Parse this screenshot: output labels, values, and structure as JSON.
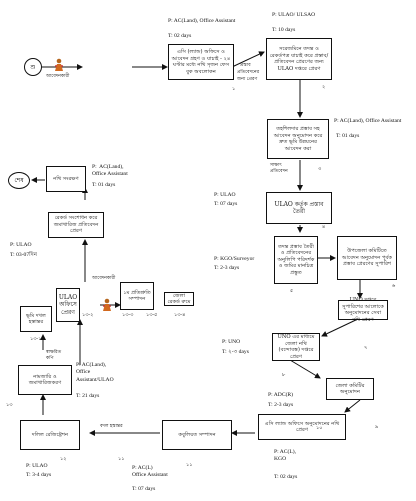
{
  "start_label": "শু",
  "end_label": "শেষ",
  "applicant_label": "আবেদনকারী",
  "applicant2_label": "আবেদনকারী",
  "arrow_labels": {
    "a1": "প্রস্তাব",
    "a1b": "প্রতিবেদনের",
    "a1c": "জন্য প্রেরণ",
    "a2a": "সাক্ষাৎ",
    "a2b": "প্রতিবেদন",
    "bottom": "বদল হস্তান্তর",
    "final": "মঞ্জুর প্রতিবেদন ও সফরের হিসাবে",
    "decision": "স্বাক্ষরিত\nকপি"
  },
  "steps": [
    {
      "id": "s1",
      "time_role": "P: AC(Land), Office Assistant",
      "time": "T: 02 days",
      "text": "এসি (ল্যান্ড) অফিসে ও আবেদন গ্রহণ ও যাচাই - ২৪ ঘণ্টার মধ্যে নথি সৃজন ফেস বুক অবলোকন",
      "num": "১"
    },
    {
      "id": "s2",
      "time_role": "P: ULAO/ ULSAO",
      "time": "T: 10 days",
      "text": "সরেজমিনে তদন্ত ও রেকর্ডপত্র যাচাই করে প্রস্তাব/প্রতিবেদন প্রেরণের জন্য ULAO দপ্তরে প্রেরণ",
      "num": "২"
    },
    {
      "id": "s3",
      "time_role": "P:  AC(Land), Office Assistant",
      "time": "T:  01 days",
      "text": "তহশিলদার প্রস্তাব সহ আবেদন অনুমোদন করে দ্রুত ভূমি উন্নয়নের আবেদন করা",
      "num": "৩"
    },
    {
      "id": "s4",
      "time_role": "P: ULAO",
      "time": "T: 07 days",
      "text": "ULAO কর্তৃক প্রস্তাব তৈরী",
      "num": "৪"
    },
    {
      "id": "s5",
      "time_role": "P: KGO/Surveyor",
      "time": "T: 2-3 days",
      "text": "তদন্ত প্রস্তাব তৈরী ও প্রতিবেদনের অনুলিপি পরিদর্শক ও জমির মানচিত্র প্রস্তুত",
      "num": "৫"
    },
    {
      "id": "s6",
      "time_role": "",
      "time": "",
      "text": "উপজেলা কমিটিতে আবেদন অনুমোদন পূর্বক প্রস্তাব প্রেরণের সুপারিশ",
      "num": "৬"
    },
    {
      "id": "s7",
      "time_role": "",
      "time": "",
      "text": "UNO দপ্তরে সুপারিশের আলোকে অনুমোদনের সেবা নথি প্রেরণ",
      "num": "৭"
    },
    {
      "id": "s8",
      "time_role": "P: UNO",
      "time": "T: ২-৩ days",
      "text": "UNO এর মাধ্যমে জেলা নথি (বন্দোবস্ত) দপ্তরে প্রেরণ",
      "num": "৮"
    },
    {
      "id": "s9",
      "time_role": "P: ADC(R)",
      "time": "T: 2-3 days",
      "text": "জেলা কমিটির অনুমোদন",
      "num": "৯"
    },
    {
      "id": "s10",
      "time_role": "P: AC(L),\nKGO",
      "time": "T: 02 days",
      "text": "এসি ল্যান্ড অফিসে অনুমোদনের নথি প্রেরণ",
      "num": "১০"
    },
    {
      "id": "s11",
      "time_role": "P: AC(L)\nOffice Assistant",
      "time": "T: 07 days",
      "text": "কবুলিয়ত সম্পাদন",
      "num": "১১"
    },
    {
      "id": "s12",
      "time_role": "P: ULAO",
      "time": "T: 3-4 days",
      "text": "দলিল রেজিষ্ট্রেশন",
      "num": "১২"
    },
    {
      "id": "s13",
      "time_role": "P: AC(Land),\nOffice\nAssistant/ULAO",
      "time": "T: 21 days",
      "text": "নামজারি ও জমাখারিজকরণ",
      "num": "১৩"
    },
    {
      "id": "s14",
      "time_role": "",
      "time": "",
      "text": "ভূমি দখল হস্তান্তর",
      "num": "১৩-১"
    },
    {
      "id": "s15",
      "time_role": "P: ULAO",
      "time": "T: 03-07দিন",
      "text": "ULAO অফিসে প্রেরণ",
      "num": "১৩-২"
    },
    {
      "id": "s16",
      "time_role": "",
      "time": "",
      "text": "১ম প্রতিশ্রুতি সম্পাদন",
      "num": "১৩-৩"
    },
    {
      "id": "s17",
      "time_role": "",
      "time": "",
      "text": "জেলা রেকর্ড রুমে",
      "num": "১৩-৪"
    },
    {
      "id": "s18",
      "time_role": "",
      "time": "",
      "text": "রেকর্ড সংশোধন করে জমাখারিজ প্রতিবেদন প্রেরণ",
      "num": "১৪"
    },
    {
      "id": "s19",
      "time_role": "P:  AC(Land),\nOffice Assistant",
      "time": "T: 01 days",
      "text": "নথি সংরক্ষণ",
      "num": "১৫"
    }
  ],
  "s14_extra_num": "১৩-৫"
}
